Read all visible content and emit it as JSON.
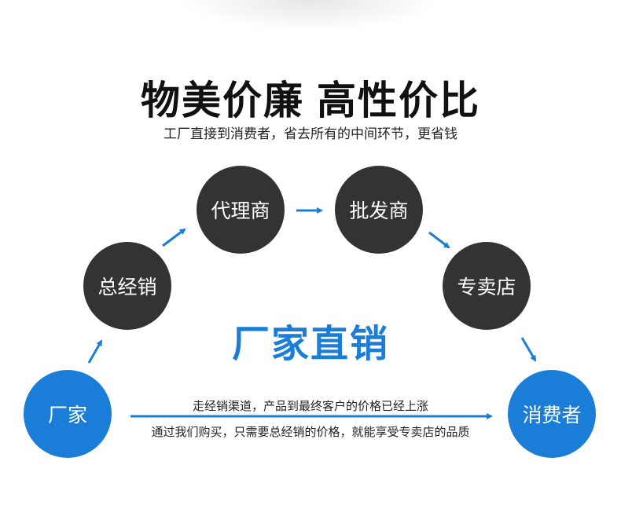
{
  "title_part1": "物美价廉",
  "title_part2": "高性价比",
  "subtitle": "工厂直接到消费者，省去所有的中间环节，更省钱",
  "nodes": {
    "factory": "厂家",
    "general_distributor": "总经销",
    "agent": "代理商",
    "wholesaler": "批发商",
    "store": "专卖店",
    "consumer": "消费者"
  },
  "center_label": "厂家直销",
  "note_top": "走经销渠道，产品到最终客户的价格已经上涨",
  "note_bottom": "通过我们购买，只需要总经销的价格，就能享受专卖店的品质",
  "colors": {
    "accent_blue": "#1a7ed8",
    "dark_node": "#333333"
  }
}
